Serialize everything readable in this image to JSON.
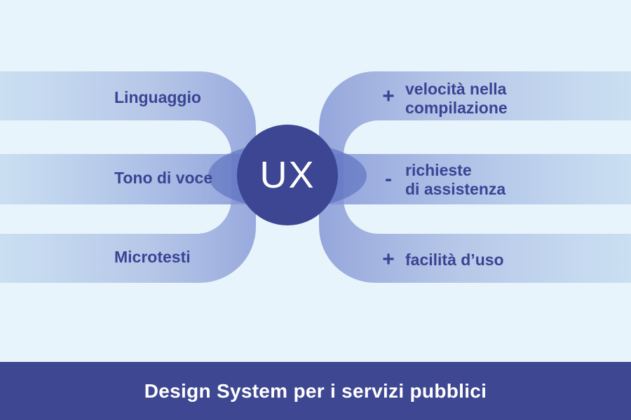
{
  "center": {
    "label": "UX"
  },
  "left_items": [
    {
      "label": "Linguaggio"
    },
    {
      "label": "Tono di voce"
    },
    {
      "label": "Microtesti"
    }
  ],
  "right_items": [
    {
      "sign": "+",
      "lines": [
        "velocità nella",
        "compilazione"
      ]
    },
    {
      "sign": "-",
      "lines": [
        "richieste",
        "di assistenza"
      ]
    },
    {
      "sign": "+",
      "lines": [
        "facilità d’uso"
      ]
    }
  ],
  "footer": {
    "title": "Design System per i servizi pubblici"
  },
  "colors": {
    "background": "#e8f4fb",
    "ribbon_light": "#cfe2f3",
    "ribbon_periwinkle": "#a9b5e3",
    "ellipse": "#7c8ccd",
    "circle": "#3d4693",
    "footer_bar": "#3e4791",
    "label_text": "#3a4494",
    "footer_text": "#ffffff",
    "ux_text": "#ffffff"
  }
}
